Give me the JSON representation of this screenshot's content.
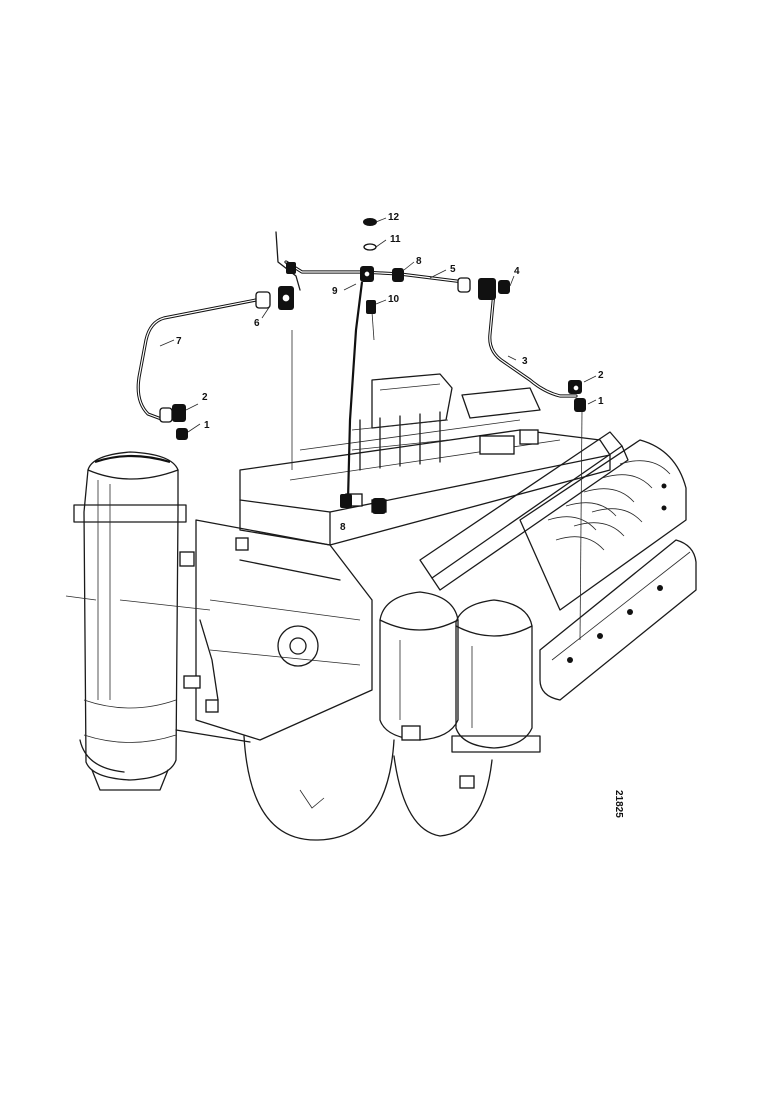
{
  "drawing_ref": "21825",
  "callouts": [
    {
      "id": "c12",
      "text": "12"
    },
    {
      "id": "c11",
      "text": "11"
    },
    {
      "id": "c8",
      "text": "8"
    },
    {
      "id": "c5",
      "text": "5"
    },
    {
      "id": "c4",
      "text": "4"
    },
    {
      "id": "c9",
      "text": "9"
    },
    {
      "id": "c10",
      "text": "10"
    },
    {
      "id": "c6",
      "text": "6"
    },
    {
      "id": "c7",
      "text": "7"
    },
    {
      "id": "c3",
      "text": "3"
    },
    {
      "id": "c2r",
      "text": "2"
    },
    {
      "id": "c1r",
      "text": "1"
    },
    {
      "id": "c2l",
      "text": "2"
    },
    {
      "id": "c1l",
      "text": "1"
    },
    {
      "id": "c8b",
      "text": "8"
    }
  ]
}
